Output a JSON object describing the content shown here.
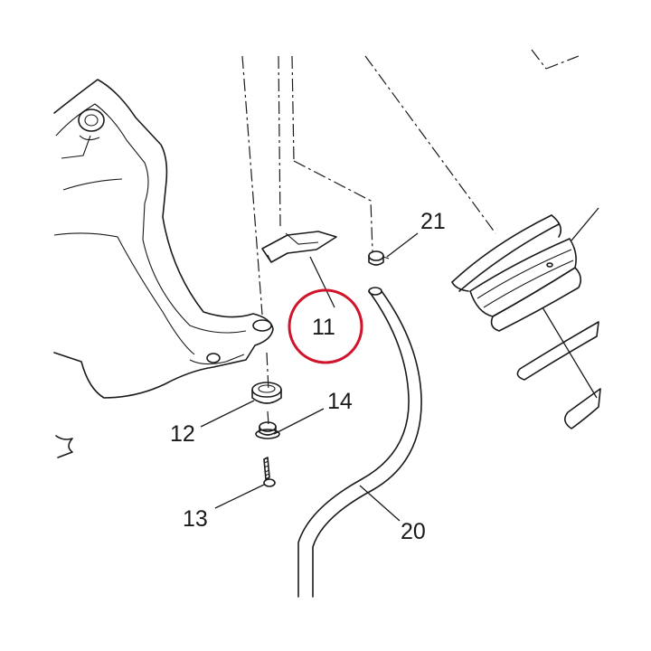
{
  "callouts": [
    {
      "id": "11",
      "text": "11",
      "highlighted": true
    },
    {
      "id": "12",
      "text": "12"
    },
    {
      "id": "13",
      "text": "13"
    },
    {
      "id": "14",
      "text": "14"
    },
    {
      "id": "20",
      "text": "20"
    },
    {
      "id": "21",
      "text": "21"
    }
  ],
  "colors": {
    "line": "#1a1a1a",
    "highlight": "#d0142c",
    "background": "#ffffff"
  }
}
